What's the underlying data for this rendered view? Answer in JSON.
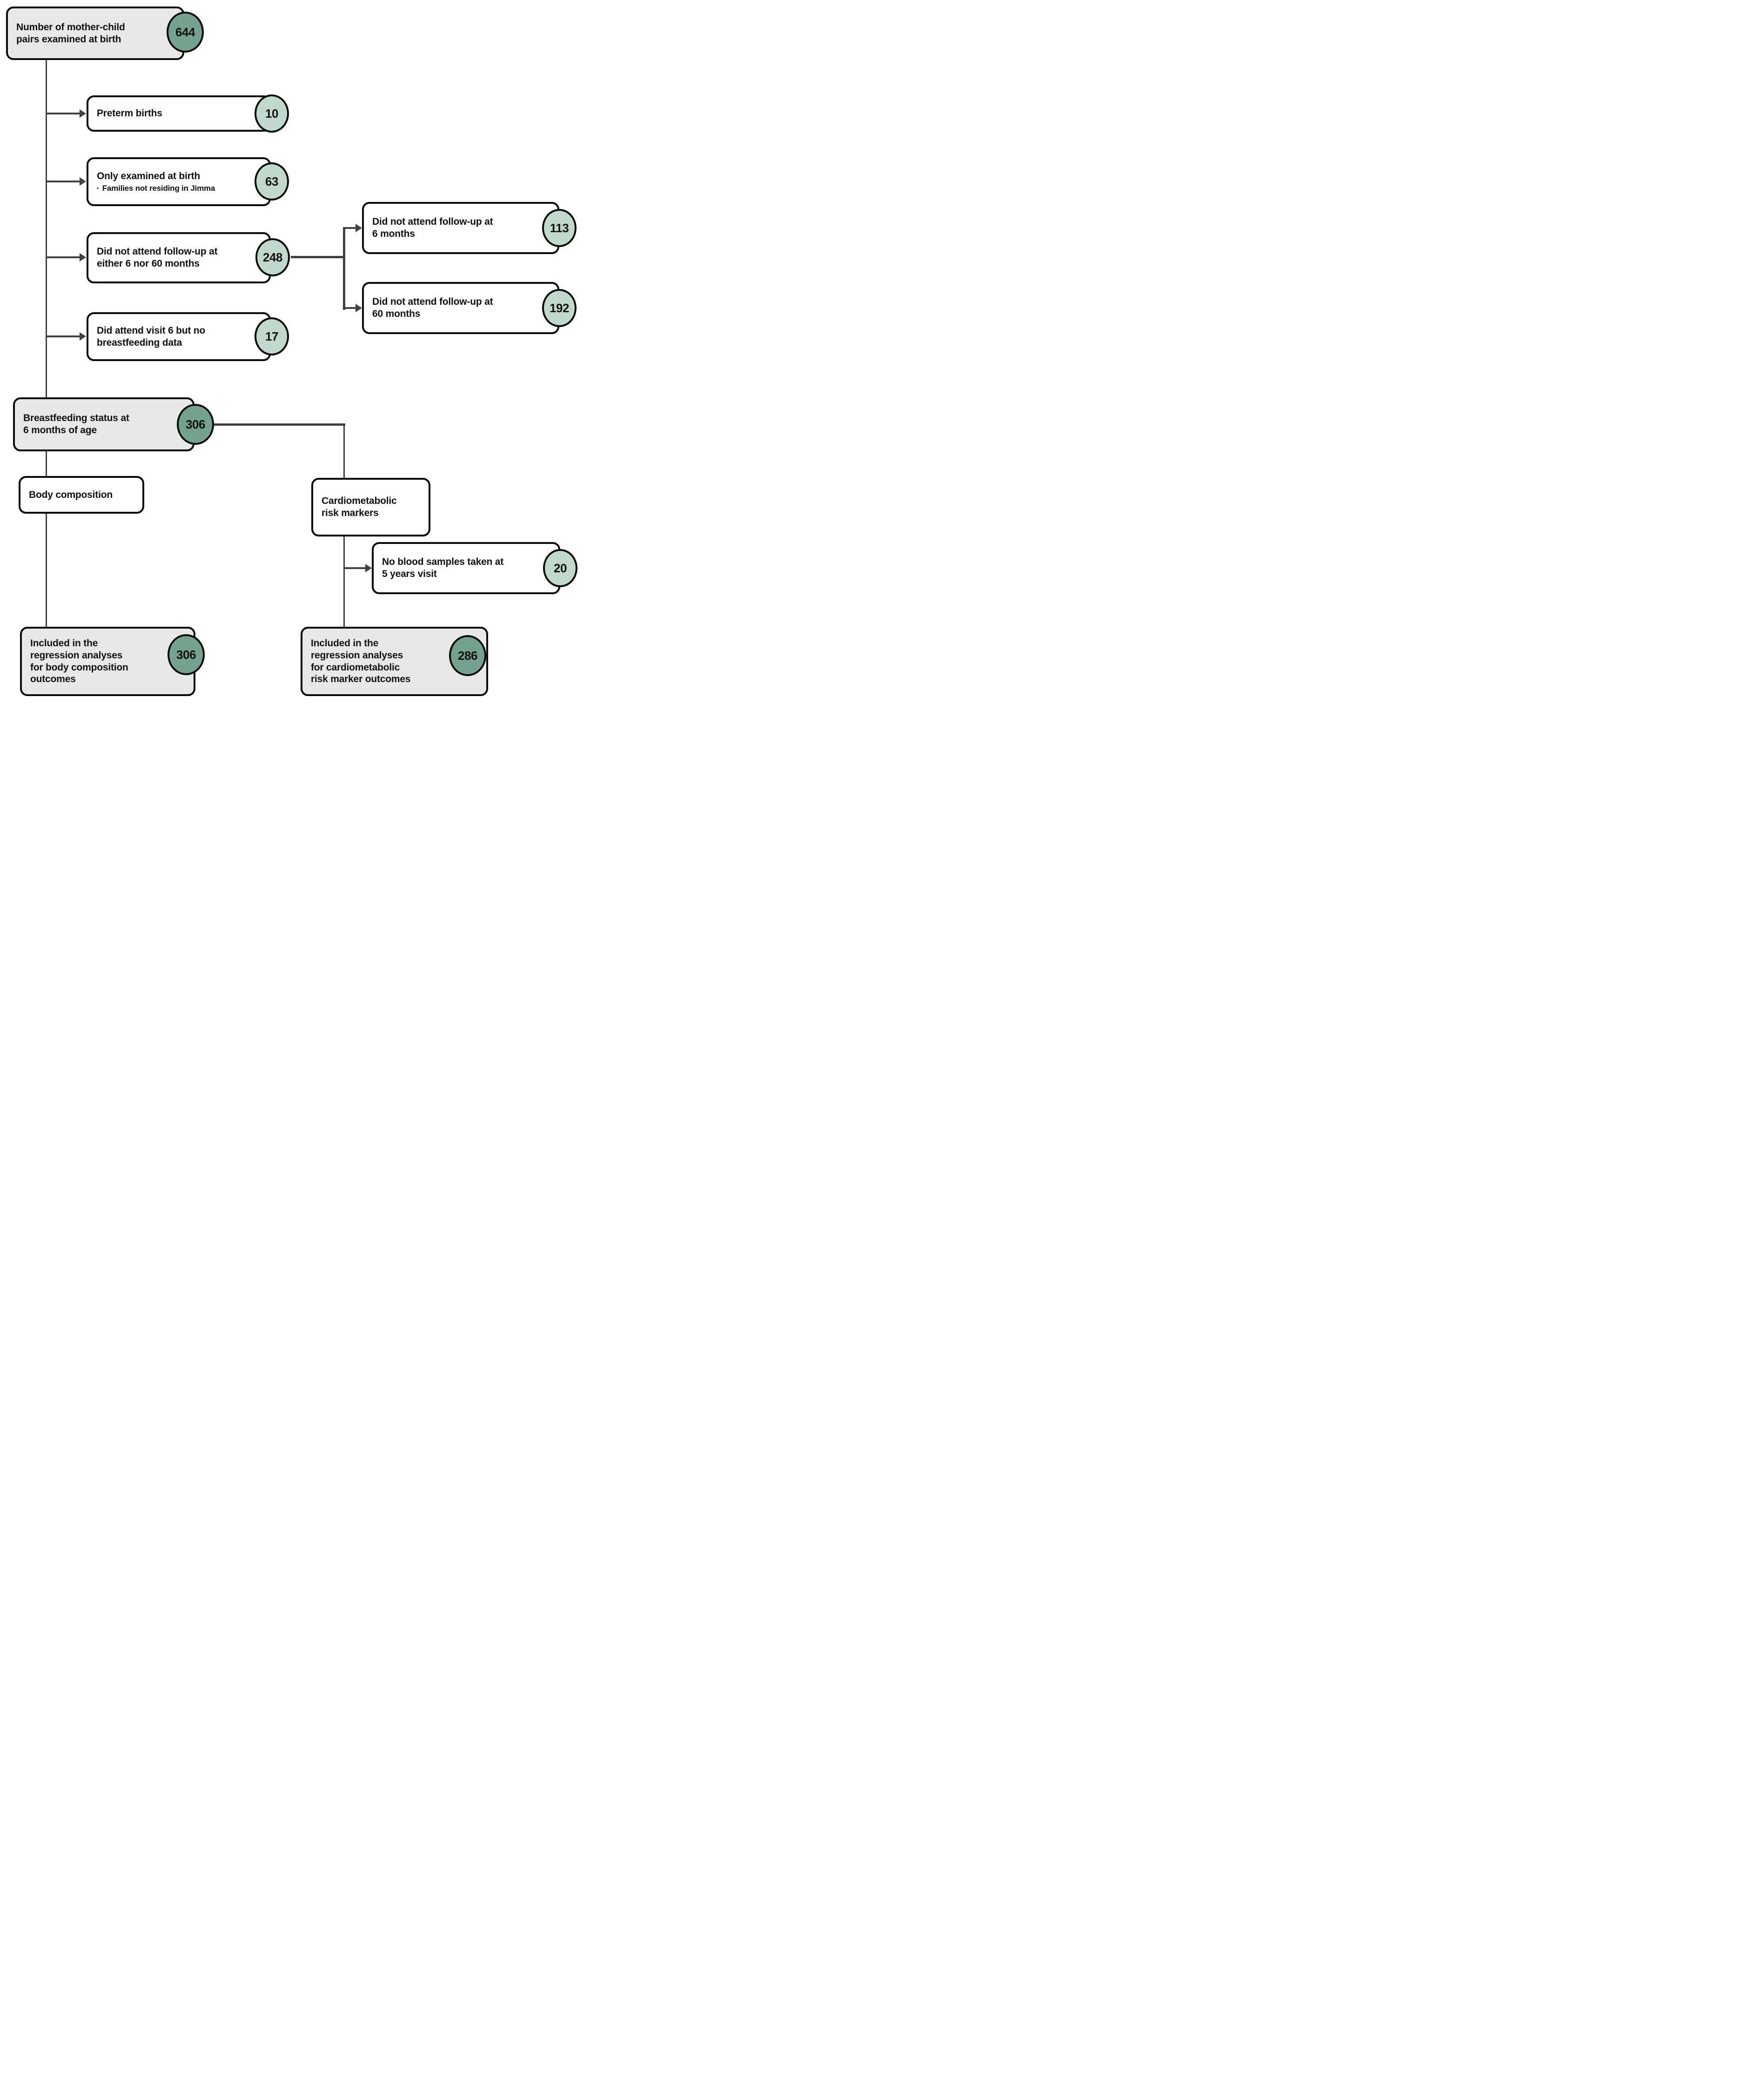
{
  "bullet_marker": "▪",
  "colors": {
    "dark_circle_fill": "#74a28e",
    "light_circle_fill": "#c1d8cc",
    "gray_box_fill": "#e8e8e8",
    "white_box_fill": "#ffffff",
    "border": "#0a0a0a",
    "connector": "#414141",
    "text": "#111111"
  },
  "nodes": {
    "examined_birth": {
      "label": "Number of mother-child\npairs examined at birth",
      "count": "644"
    },
    "preterm": {
      "label": "Preterm births",
      "count": "10"
    },
    "only_birth": {
      "label": "Only examined at birth",
      "bullet": "Families not residing in Jimma",
      "count": "63"
    },
    "no_followup_6_60": {
      "label": "Did not attend follow-up at\neither 6 nor 60 months",
      "count": "248"
    },
    "no_followup_6": {
      "label": "Did not attend follow-up at\n6 months",
      "count": "113"
    },
    "no_followup_60": {
      "label": "Did not attend follow-up at\n60 months",
      "count": "192"
    },
    "visit6_no_bf": {
      "label": "Did attend visit 6 but no\nbreastfeeding data",
      "count": "17"
    },
    "bf_status_6mo": {
      "label": "Breastfeeding status at\n6 months of age",
      "count": "306"
    },
    "body_composition": {
      "label": "Body composition"
    },
    "cardiometabolic": {
      "label": "Cardiometabolic\nrisk markers"
    },
    "no_blood_samples": {
      "label": "No blood samples taken at\n5 years visit",
      "count": "20"
    },
    "included_body": {
      "label": "Included in the\nregression analyses\nfor body composition\noutcomes",
      "count": "306"
    },
    "included_cardio": {
      "label": "Included in the\nregression analyses\nfor cardiometabolic\nrisk marker outcomes",
      "count": "286"
    }
  }
}
